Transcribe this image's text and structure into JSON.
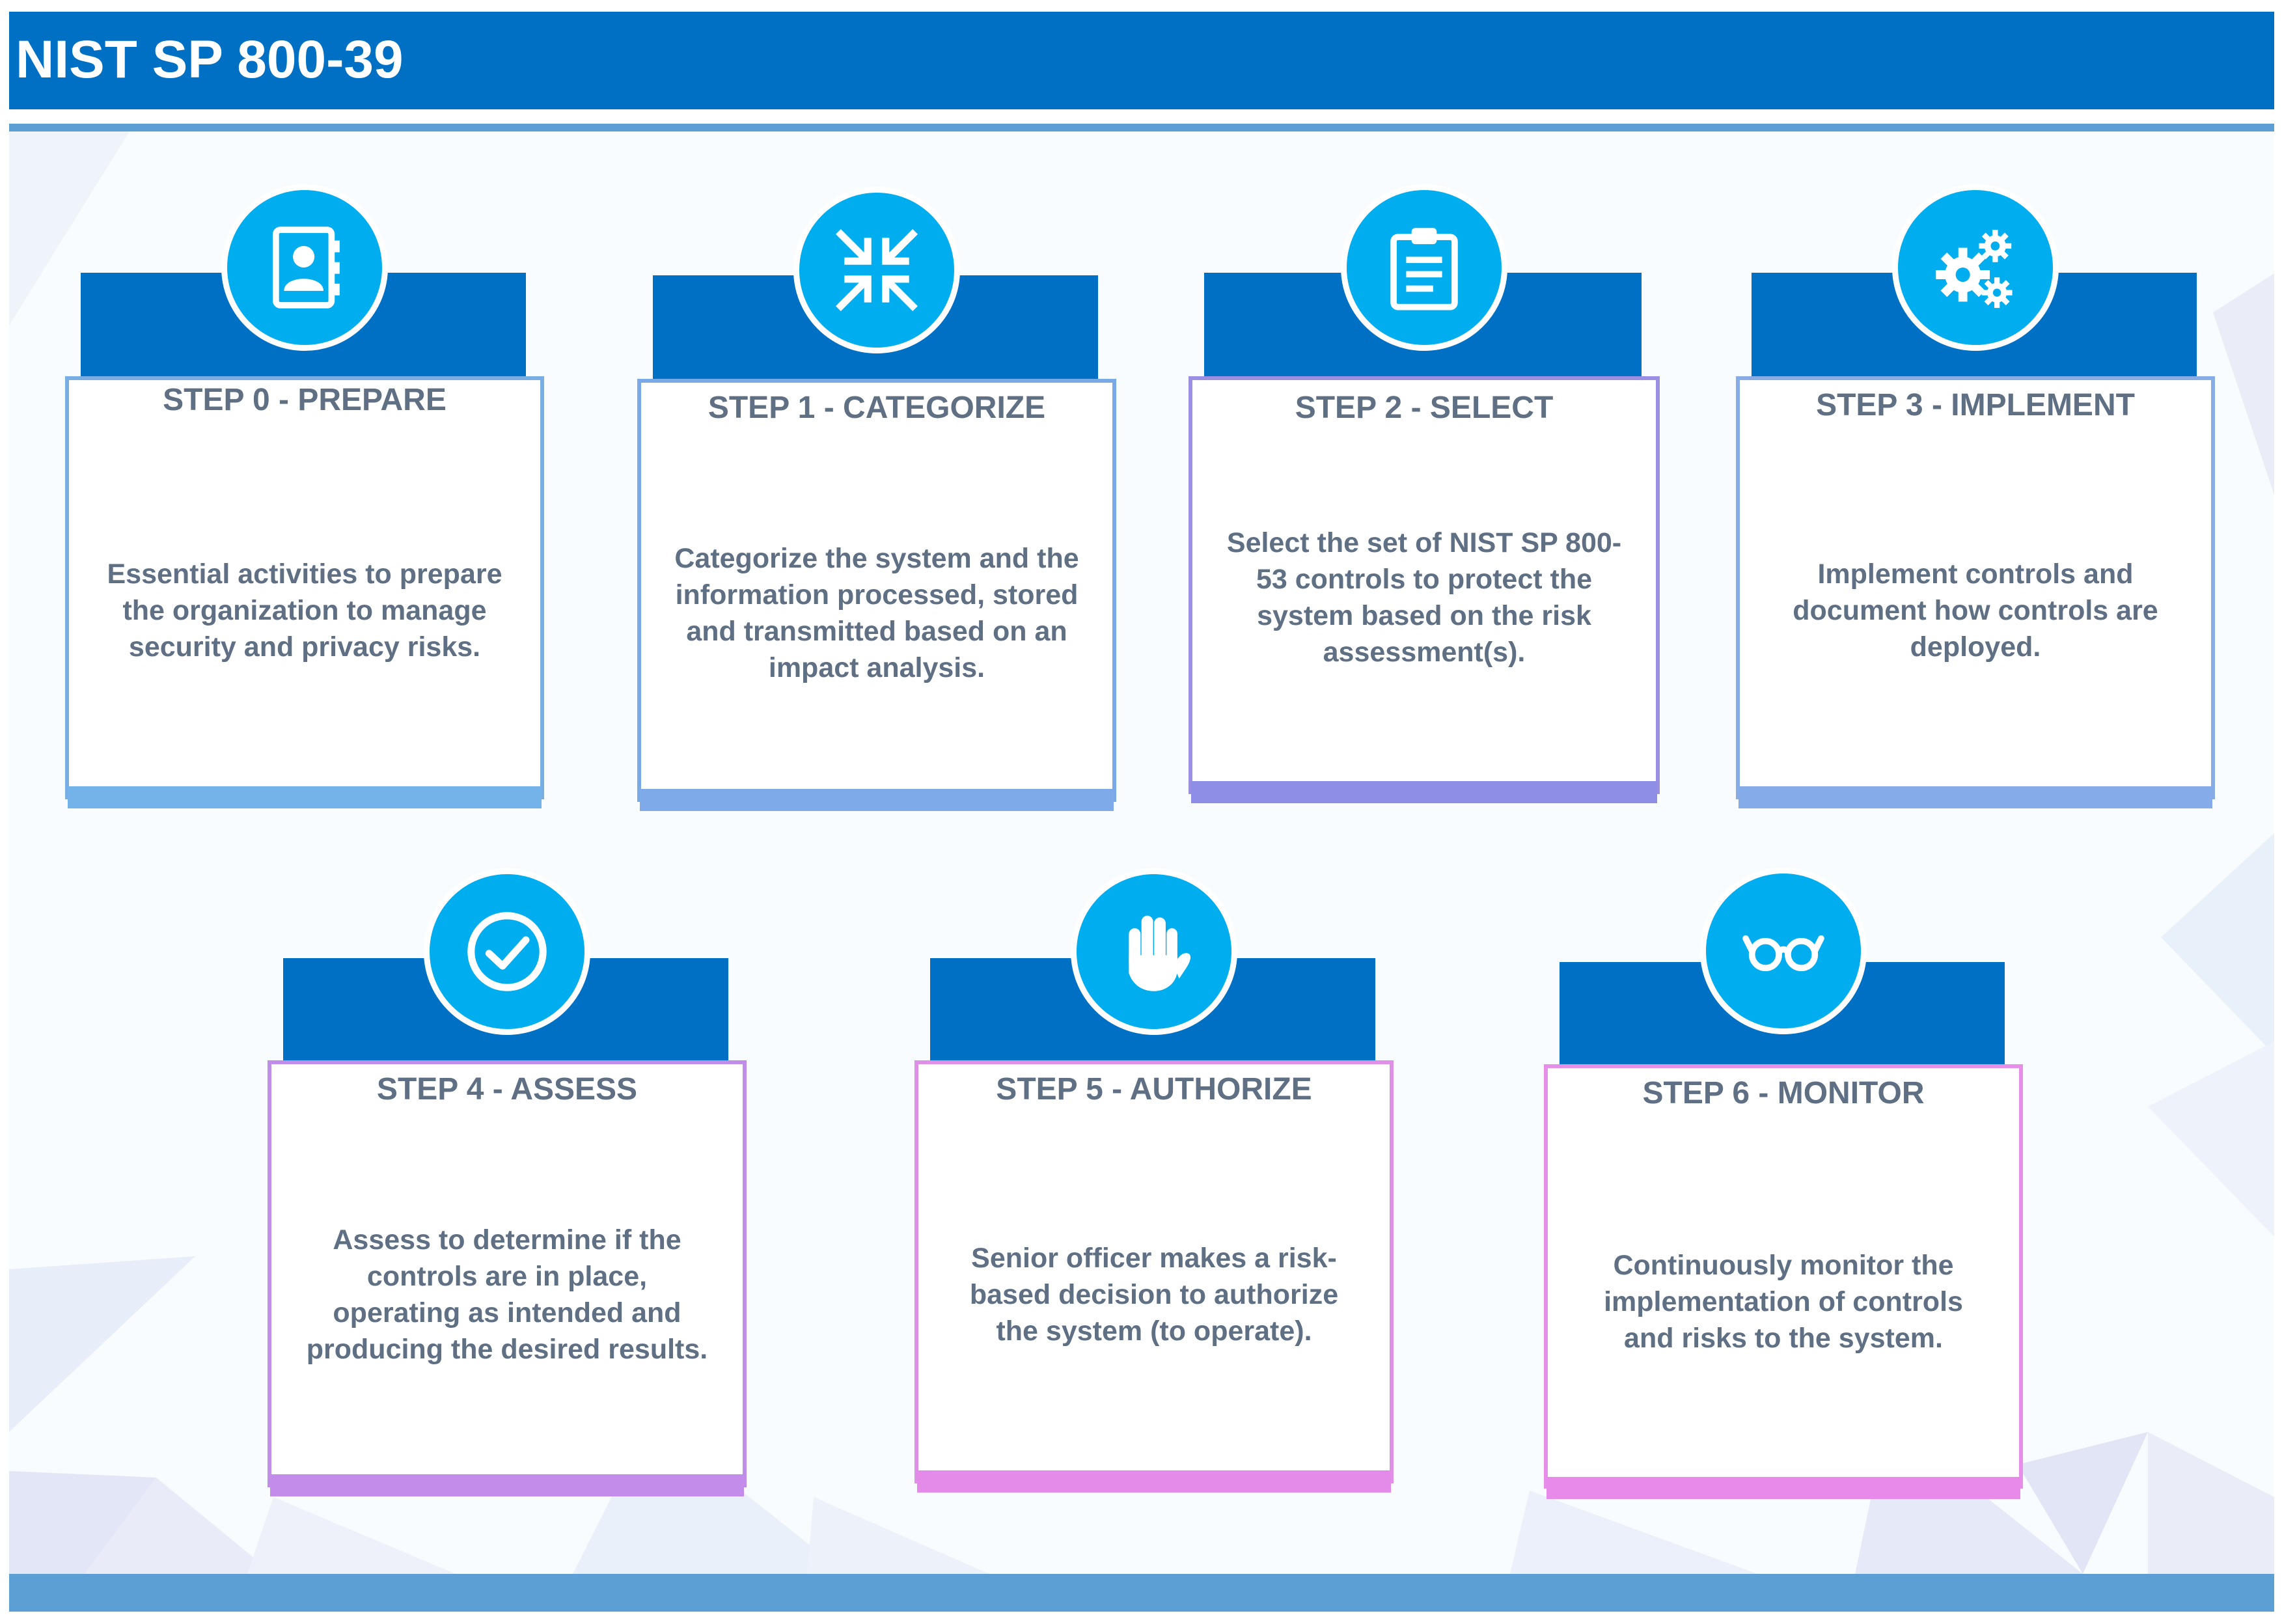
{
  "header": {
    "title": "NIST SP 800-39"
  },
  "colors": {
    "header_bar": "#0070c4",
    "rule": "#5b9fd4",
    "icon_circle": "#00adef",
    "text": "#5f6f84"
  },
  "steps": [
    {
      "title": "STEP 0 - PREPARE",
      "description": "Essential activities to prepare the organization to manage security and privacy risks.",
      "icon": "contact-book-icon",
      "border_color": "#78aee3",
      "base_color": "#74b2ea"
    },
    {
      "title": "STEP 1 - CATEGORIZE",
      "description": "Categorize the system and the information processed, stored and transmitted based on an impact analysis.",
      "icon": "compress-arrows-icon",
      "border_color": "#7aaae6",
      "base_color": "#7faae9"
    },
    {
      "title": "STEP 2 - SELECT",
      "description": "Select the set of NIST SP 800-53 controls to protect the system based on the risk assessment(s).",
      "icon": "clipboard-icon",
      "border_color": "#9a8fe3",
      "base_color": "#8e8ee6"
    },
    {
      "title": "STEP 3 - IMPLEMENT",
      "description": "Implement controls and document how controls are deployed.",
      "icon": "gears-icon",
      "border_color": "#88ade6",
      "base_color": "#85abe9"
    },
    {
      "title": "STEP 4 - ASSESS",
      "description": "Assess to determine if the controls are in place, operating as intended and producing the desired results.",
      "icon": "check-circle-icon",
      "border_color": "#c08de8",
      "base_color": "#c48cea"
    },
    {
      "title": "STEP 5 - AUTHORIZE",
      "description": "Senior officer makes a risk-based decision to authorize the system (to operate).",
      "icon": "hand-icon",
      "border_color": "#df8fe6",
      "base_color": "#e48ae8"
    },
    {
      "title": "STEP 6 - MONITOR",
      "description": "Continuously monitor the implementation of controls and risks to the system.",
      "icon": "glasses-icon",
      "border_color": "#e78fe8",
      "base_color": "#e88ae9"
    }
  ]
}
